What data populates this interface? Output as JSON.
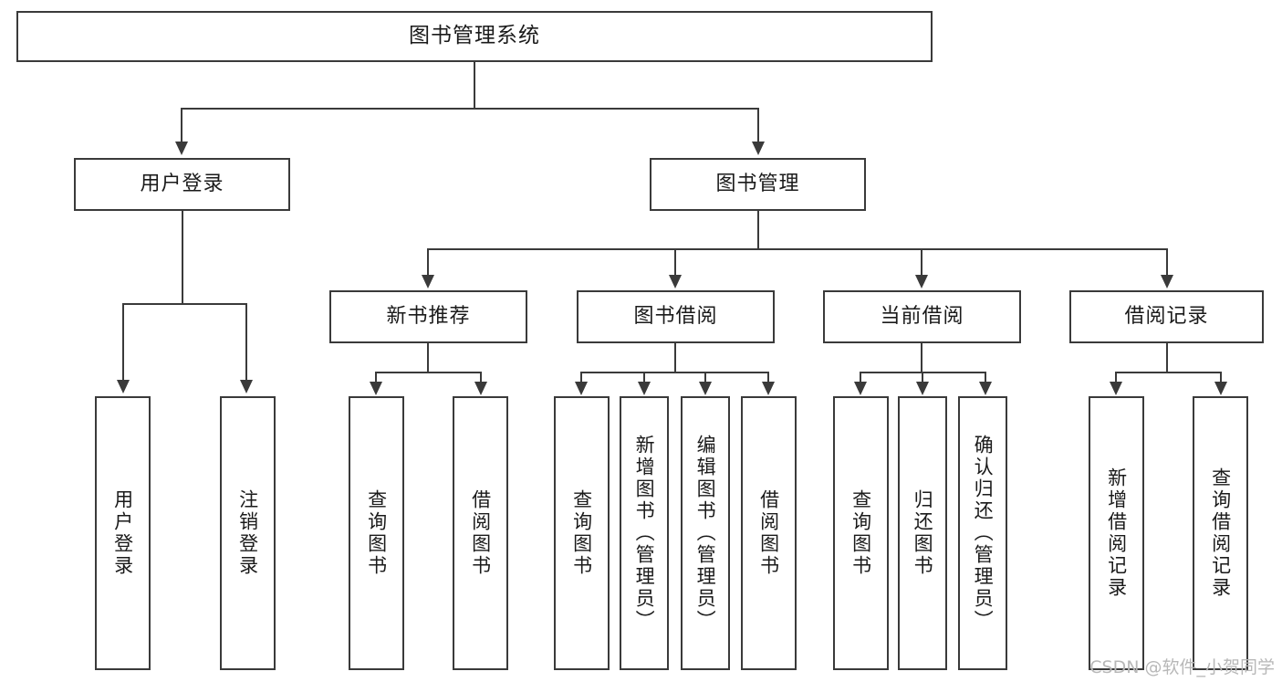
{
  "diagram": {
    "title": "图书管理系统",
    "watermark": "CSDN @软件_小贺同学",
    "colors": {
      "stroke": "#3a3a3a",
      "fill": "#ffffff",
      "text": "#1a1a1a",
      "watermark": "#b8b8b8"
    },
    "nodes": {
      "root": "图书管理系统",
      "user_login": "用户登录",
      "book_manage": "图书管理",
      "new_book_rec": "新书推荐",
      "book_borrow": "图书借阅",
      "current_borrow": "当前借阅",
      "borrow_record": "借阅记录",
      "leaf_user_login": "用户登录",
      "leaf_logout": "注销登录",
      "leaf_query_book_1": "查询图书",
      "leaf_borrow_book_1": "借阅图书",
      "leaf_query_book_2": "查询图书",
      "leaf_add_book_admin": "新增图书（管理员）",
      "leaf_edit_book_admin": "编辑图书（管理员）",
      "leaf_borrow_book_2": "借阅图书",
      "leaf_query_book_3": "查询图书",
      "leaf_return_book": "归还图书",
      "leaf_confirm_return_admin": "确认归还（管理员）",
      "leaf_add_record": "新增借阅记录",
      "leaf_query_record": "查询借阅记录"
    }
  }
}
